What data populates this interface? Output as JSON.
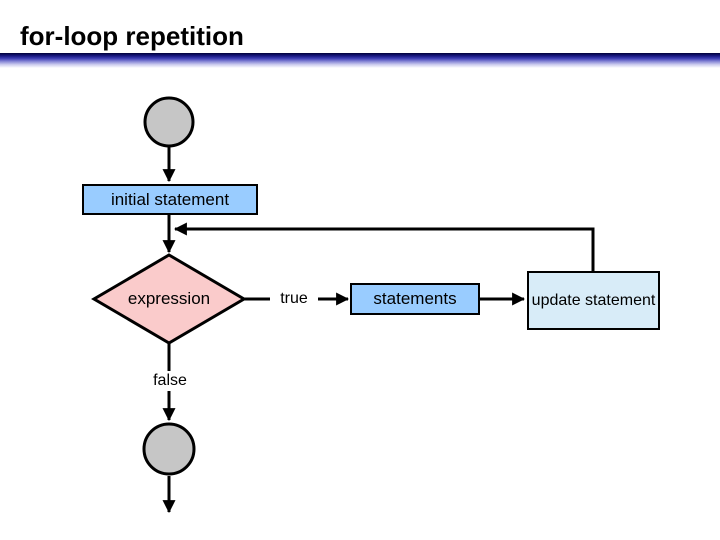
{
  "slide": {
    "title": "for-loop repetition"
  },
  "flowchart": {
    "nodes": {
      "initial_statement": {
        "label": "initial statement",
        "fill": "#99CCFF"
      },
      "expression": {
        "label": "expression",
        "fill": "#FACBCB"
      },
      "statements": {
        "label": "statements",
        "fill": "#99CCFF"
      },
      "update_statement": {
        "label": "update statement",
        "fill": "#D8ECF8"
      }
    },
    "edges": {
      "true_label": "true",
      "false_label": "false"
    },
    "colors": {
      "line": "#000000",
      "terminal_fill": "#C6C6C6",
      "accent_bar_top": "#000038",
      "accent_bar_mid": "#4343B8",
      "accent_bar_bottom": "#FFFFFF"
    }
  }
}
